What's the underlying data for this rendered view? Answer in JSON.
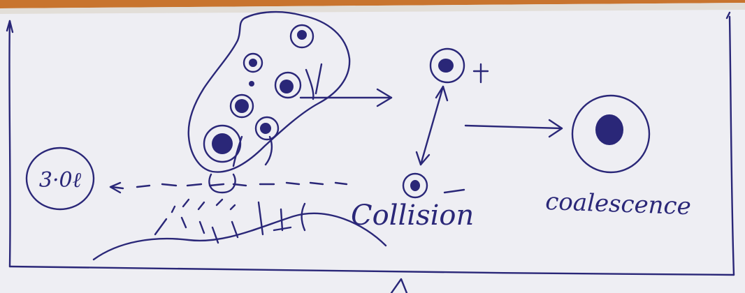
{
  "labels": {
    "left_bubble": "3·0ℓ",
    "collision": "Collision",
    "coalescence": "coalescence",
    "plus": "+",
    "minus": "-"
  },
  "colors": {
    "ink": "#2a2778",
    "paper": "#eeeef3",
    "background": "#c8742e"
  }
}
